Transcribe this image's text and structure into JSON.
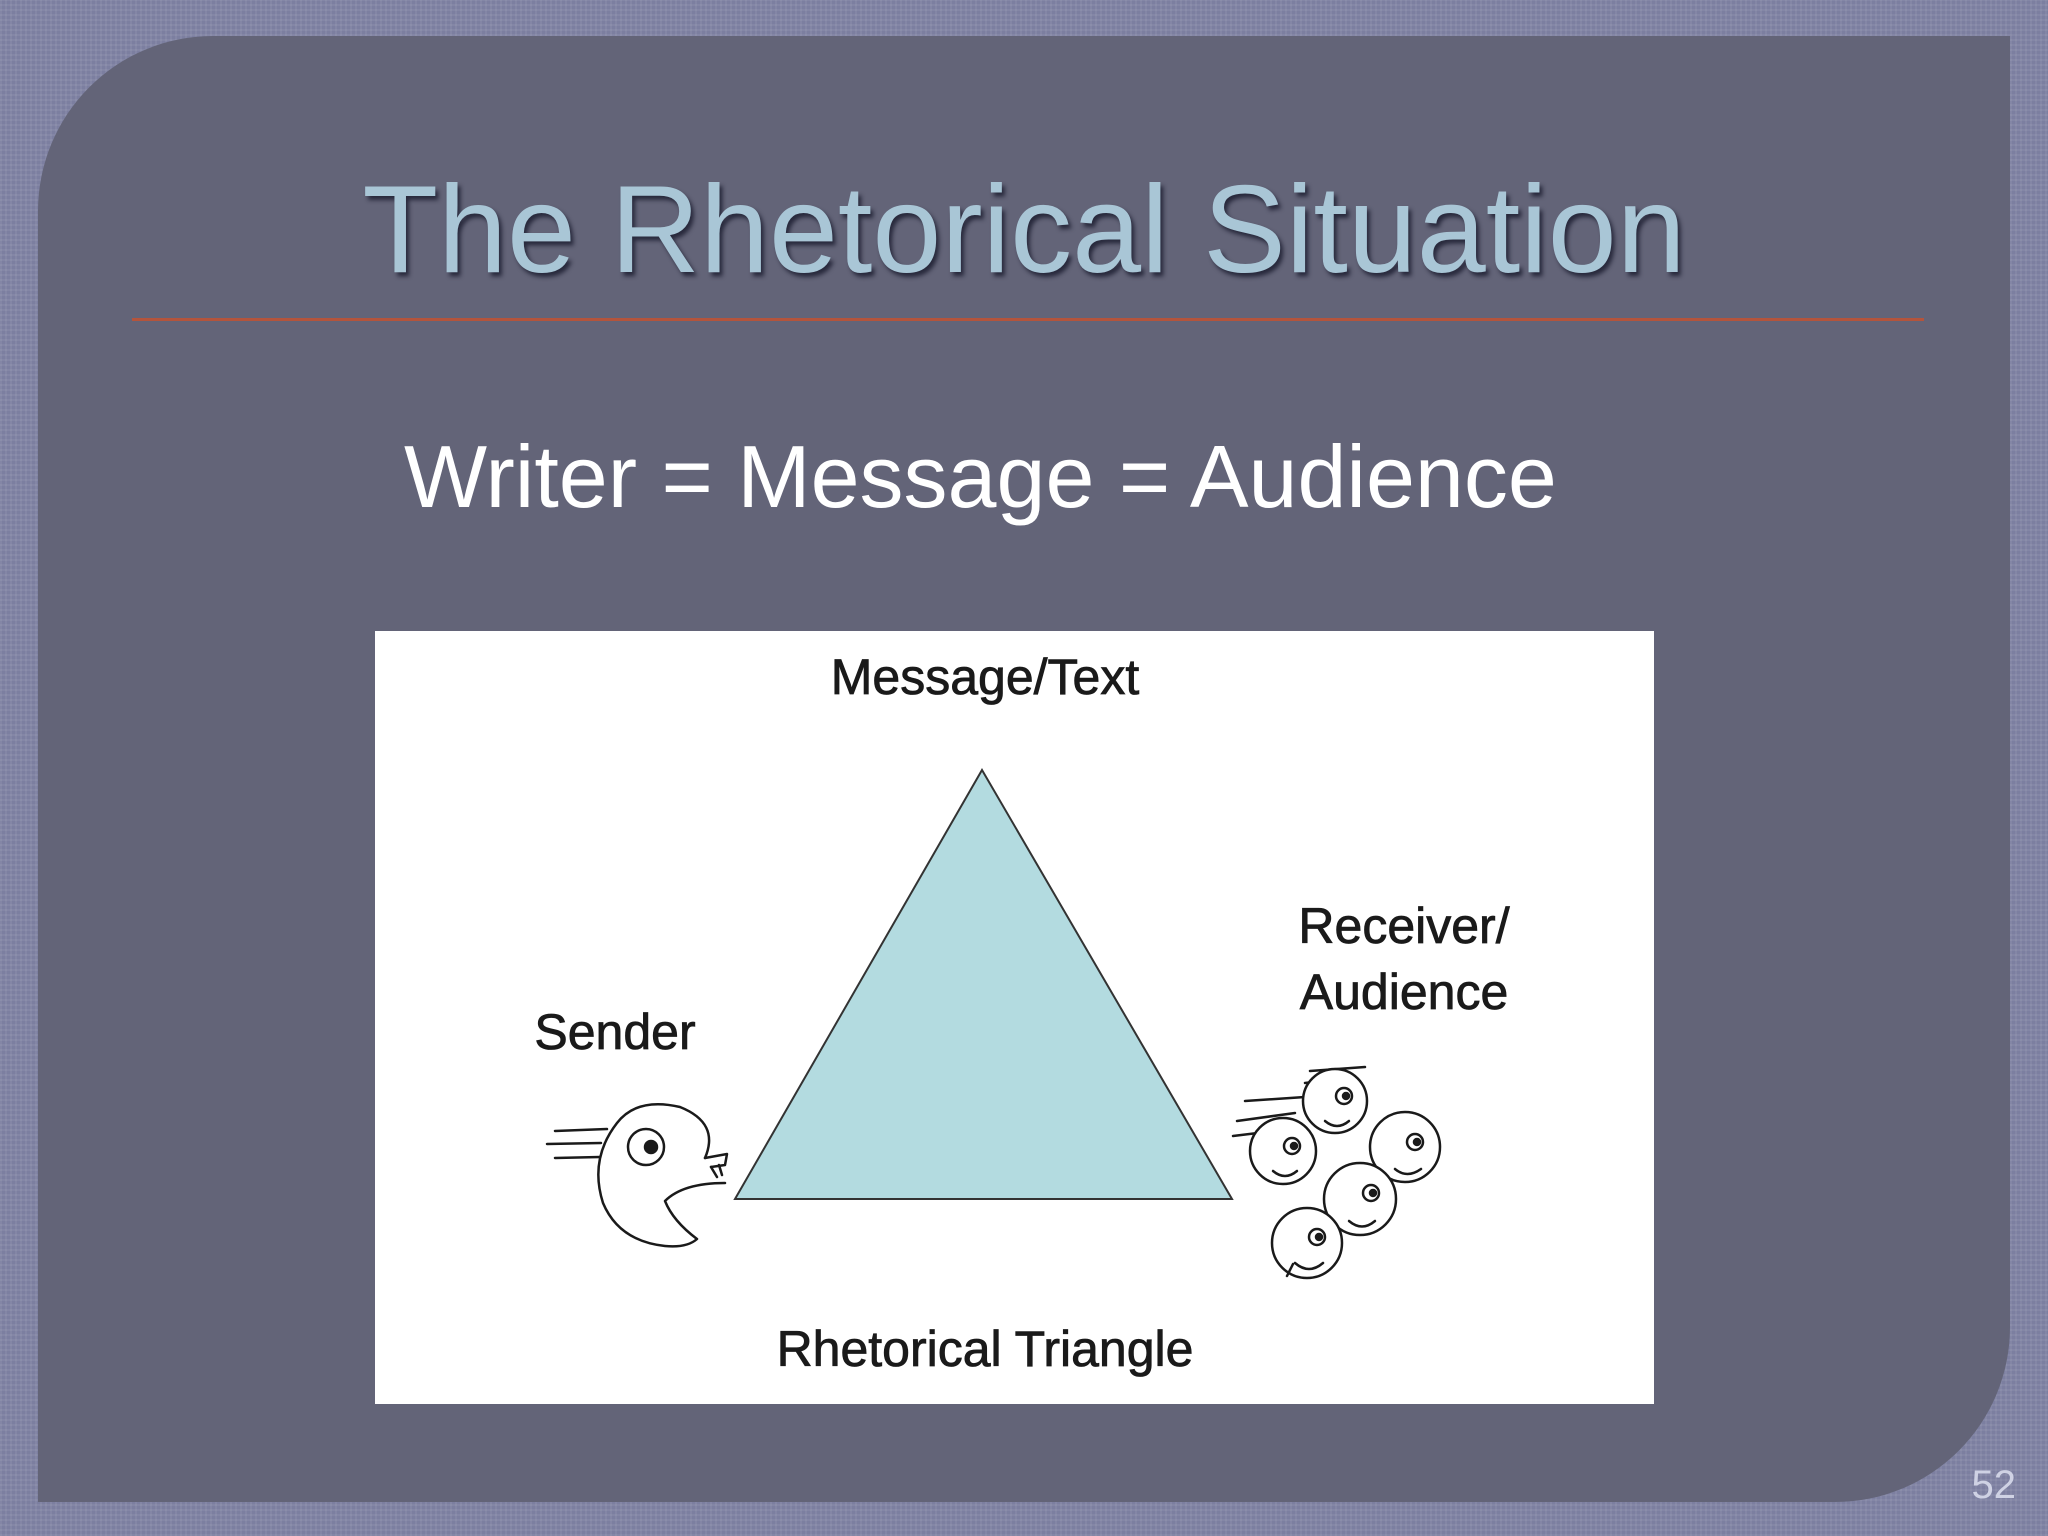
{
  "slide": {
    "title": "The Rhetorical Situation",
    "subtitle": "Writer = Message = Audience",
    "slide_number": "52"
  },
  "diagram": {
    "top_label": "Message/Text",
    "left_label": "Sender",
    "right_label_line1": "Receiver/",
    "right_label_line2": "Audience",
    "bottom_label": "Rhetorical Triangle",
    "triangle_fill": "#b3dbe0",
    "icons": [
      "sender-head-icon",
      "audience-crowd-icon"
    ]
  },
  "colors": {
    "panel": "#636478",
    "title_text": "#a9c6d6",
    "title_rule": "#b4543c",
    "body_text": "#ffffff"
  }
}
